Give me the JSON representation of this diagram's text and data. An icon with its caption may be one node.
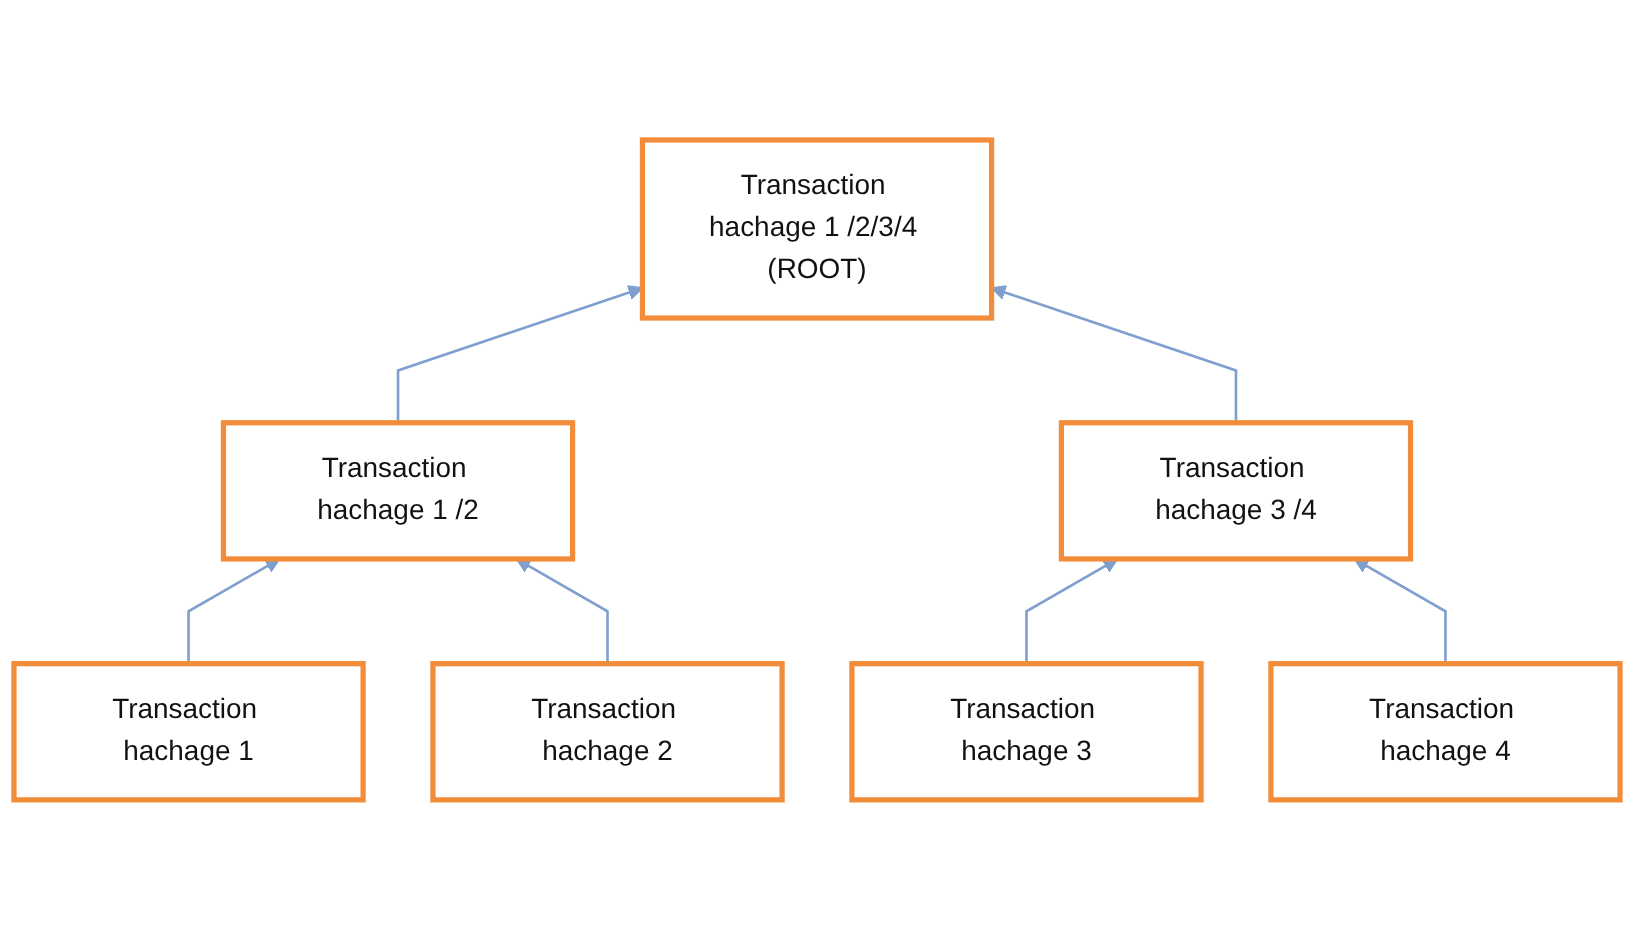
{
  "diagram": {
    "nodes": [
      {
        "text": [
          "Transaction hachage 1 /2/3/4 (ROOT)"
        ]
      },
      {
        "text": [
          "Transaction hachage 1 /2"
        ]
      },
      {
        "text": [
          "Transaction hachage 3 /4"
        ]
      },
      {
        "text": [
          "Transaction hachage 1"
        ]
      },
      {
        "text": [
          "Transaction hachage 2"
        ]
      },
      {
        "text": [
          "Transaction hachage 3"
        ]
      },
      {
        "text": [
          "Transaction hachage 4"
        ]
      }
    ],
    "edges": [
      {
        "from": 1,
        "to": 0,
        "arrow": "to"
      },
      {
        "from": 2,
        "to": 0,
        "arrow": "to"
      },
      {
        "from": 3,
        "to": 1,
        "arrow": "to"
      },
      {
        "from": 4,
        "to": 1,
        "arrow": "to"
      },
      {
        "from": 5,
        "to": 2,
        "arrow": "to"
      },
      {
        "from": 6,
        "to": 2,
        "arrow": "to"
      }
    ]
  }
}
